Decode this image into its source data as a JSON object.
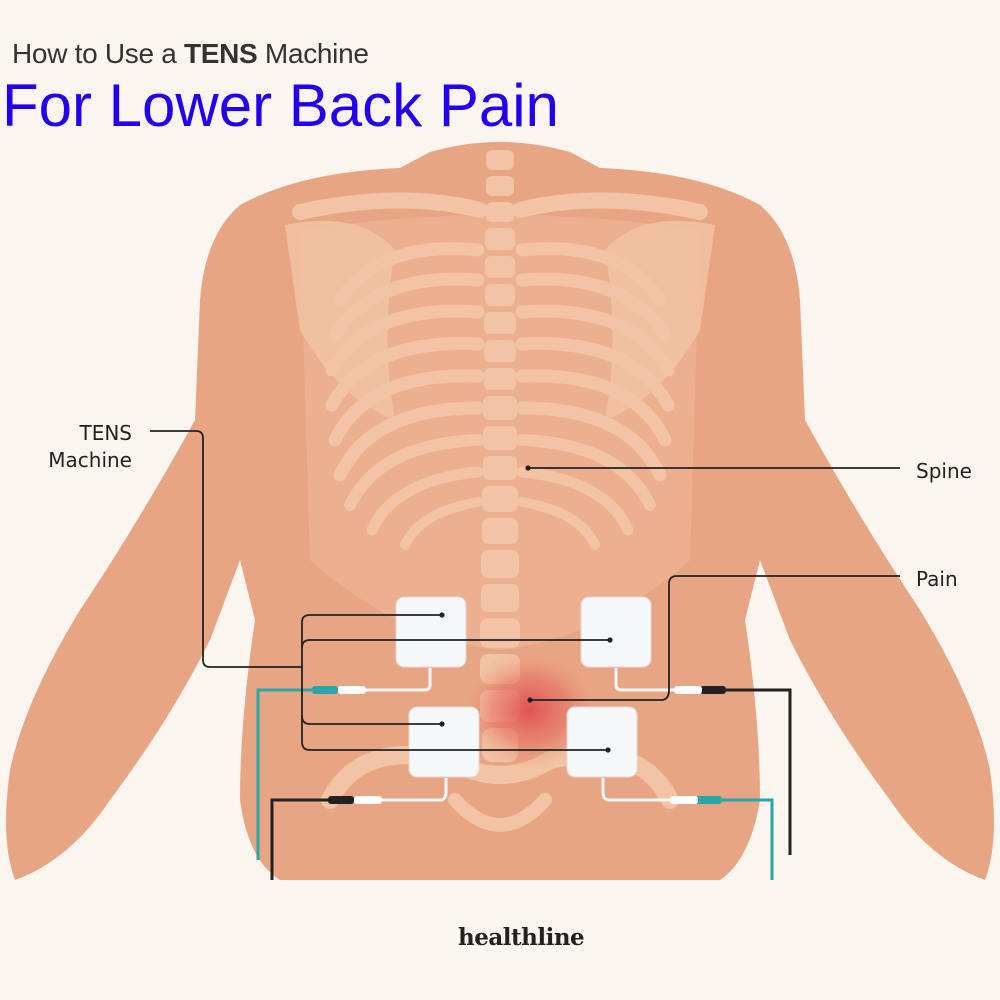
{
  "title": {
    "prefix": "How to Use a ",
    "emphasis": "TENS",
    "suffix": " Machine",
    "overlay": "For Lower Back Pain"
  },
  "labels": {
    "tens_line1": "TENS",
    "tens_line2": "Machine",
    "spine": "Spine",
    "pain": "Pain"
  },
  "brand": "healthline",
  "colors": {
    "background": "#fbf5ef",
    "skin": "#e8a584",
    "bone": "#f0bc9c",
    "pain": "#e0484e",
    "electrode_pad": "#f5f7f8",
    "wire_teal": "#2aa5a9",
    "wire_dark": "#222222",
    "title_overlay": "#2200ee"
  },
  "icons": [
    "torso-illustration",
    "skeleton-illustration",
    "electrode-pad",
    "pain-area"
  ]
}
